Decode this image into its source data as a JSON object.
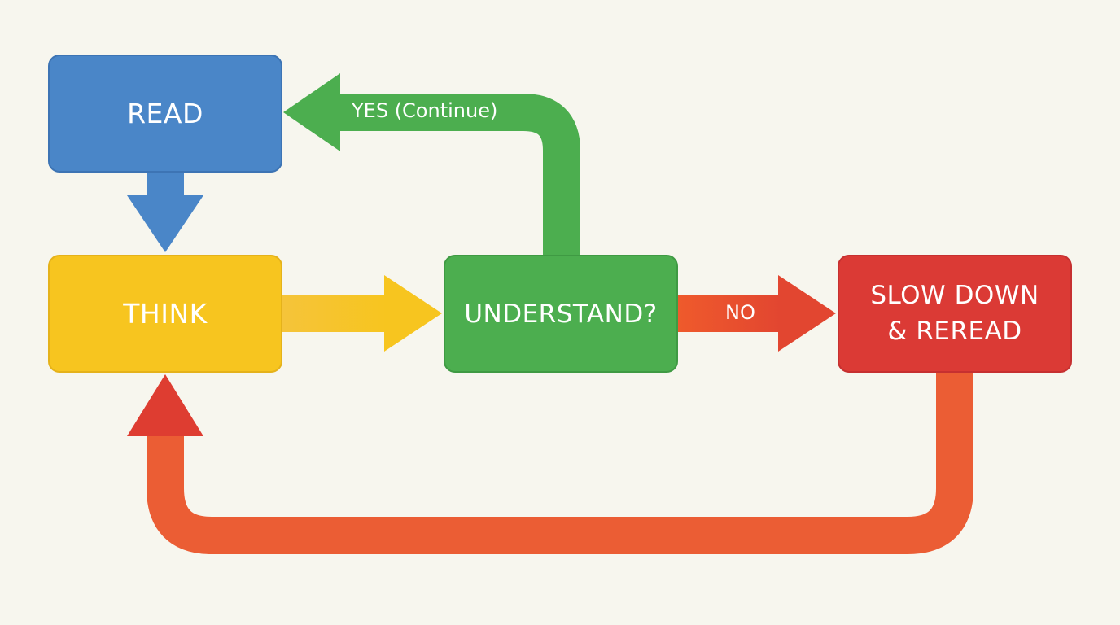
{
  "nodes": {
    "read": "READ",
    "think": "THINK",
    "understand": "UNDERSTAND?",
    "slow_down_line1": "SLOW DOWN",
    "slow_down_line2": "& REREAD"
  },
  "edges": {
    "yes_label": "YES (Continue)",
    "no_label": "NO"
  },
  "colors": {
    "background": "#f7f6ee",
    "read": "#4a86c8",
    "think": "#f7c51f",
    "understand": "#4cae4f",
    "slow_down": "#db3a35",
    "loop_arrow": "#eb5d34"
  }
}
